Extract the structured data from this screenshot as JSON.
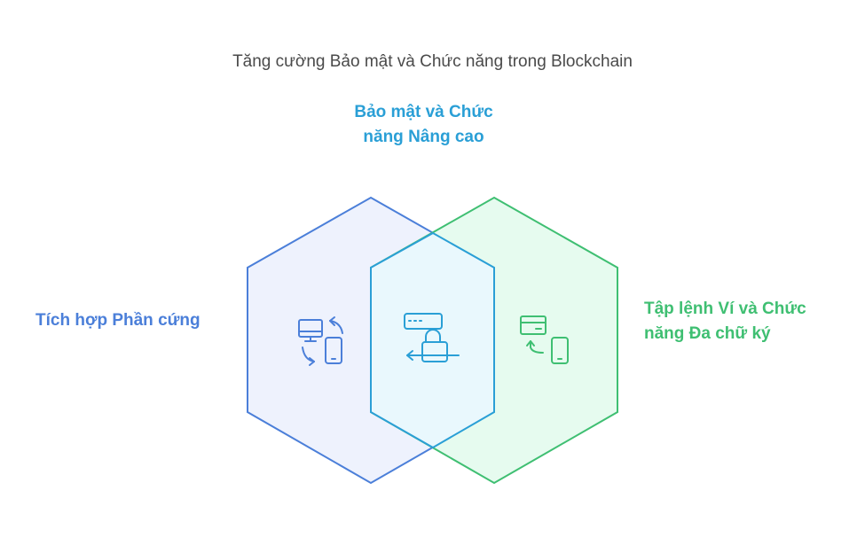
{
  "title": "Tăng cường Bảo mật và Chức năng trong Blockchain",
  "center_label_line1": "Bảo mật và Chức",
  "center_label_line2": "năng Nâng cao",
  "left_label": "Tích hợp Phần cứng",
  "right_label_line1": "Tập lệnh Ví và Chức",
  "right_label_line2": "năng Đa chữ ký",
  "colors": {
    "blue": "#4b7fd9",
    "blue_fill": "#eef2fd",
    "green": "#3fbf72",
    "green_fill": "#e6fbef",
    "cyan": "#2a9fd6",
    "cyan_fill": "#e9f8fd"
  },
  "icons": {
    "left": "computer-phone-sync-icon",
    "center": "unlock-padlock-icon",
    "right": "card-phone-transfer-icon"
  }
}
